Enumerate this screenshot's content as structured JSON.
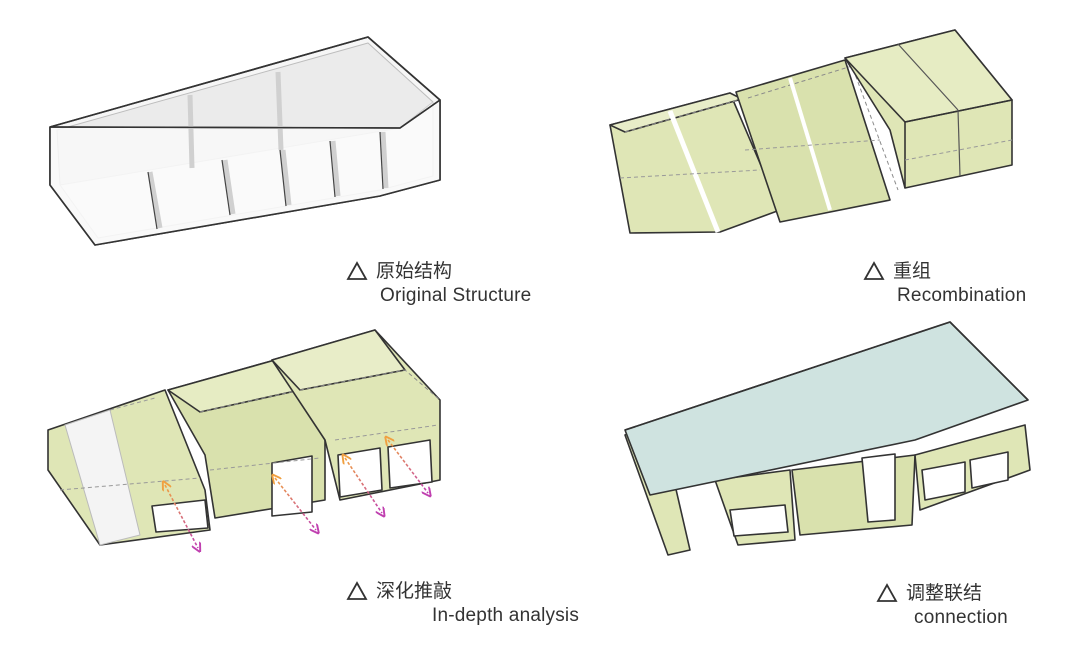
{
  "captions": [
    {
      "id": "original",
      "cn": "原始结构",
      "en": "Original Structure"
    },
    {
      "id": "recombination",
      "cn": "重组",
      "en": "Recombination"
    },
    {
      "id": "analysis",
      "cn": "深化推敲",
      "en": "In-depth analysis"
    },
    {
      "id": "adjust",
      "cn": "调整联结",
      "en": "connection"
    }
  ],
  "colors": {
    "outline": "#333333",
    "green_fill": "#dfe6b6",
    "green_dark": "#cdd79a",
    "blue_fill": "#cfe3e0",
    "white_fill": "#f4f4f4",
    "arrow_orange": "#f0a040",
    "arrow_magenta": "#c040b0"
  },
  "icons": [
    "triangle-icon"
  ]
}
